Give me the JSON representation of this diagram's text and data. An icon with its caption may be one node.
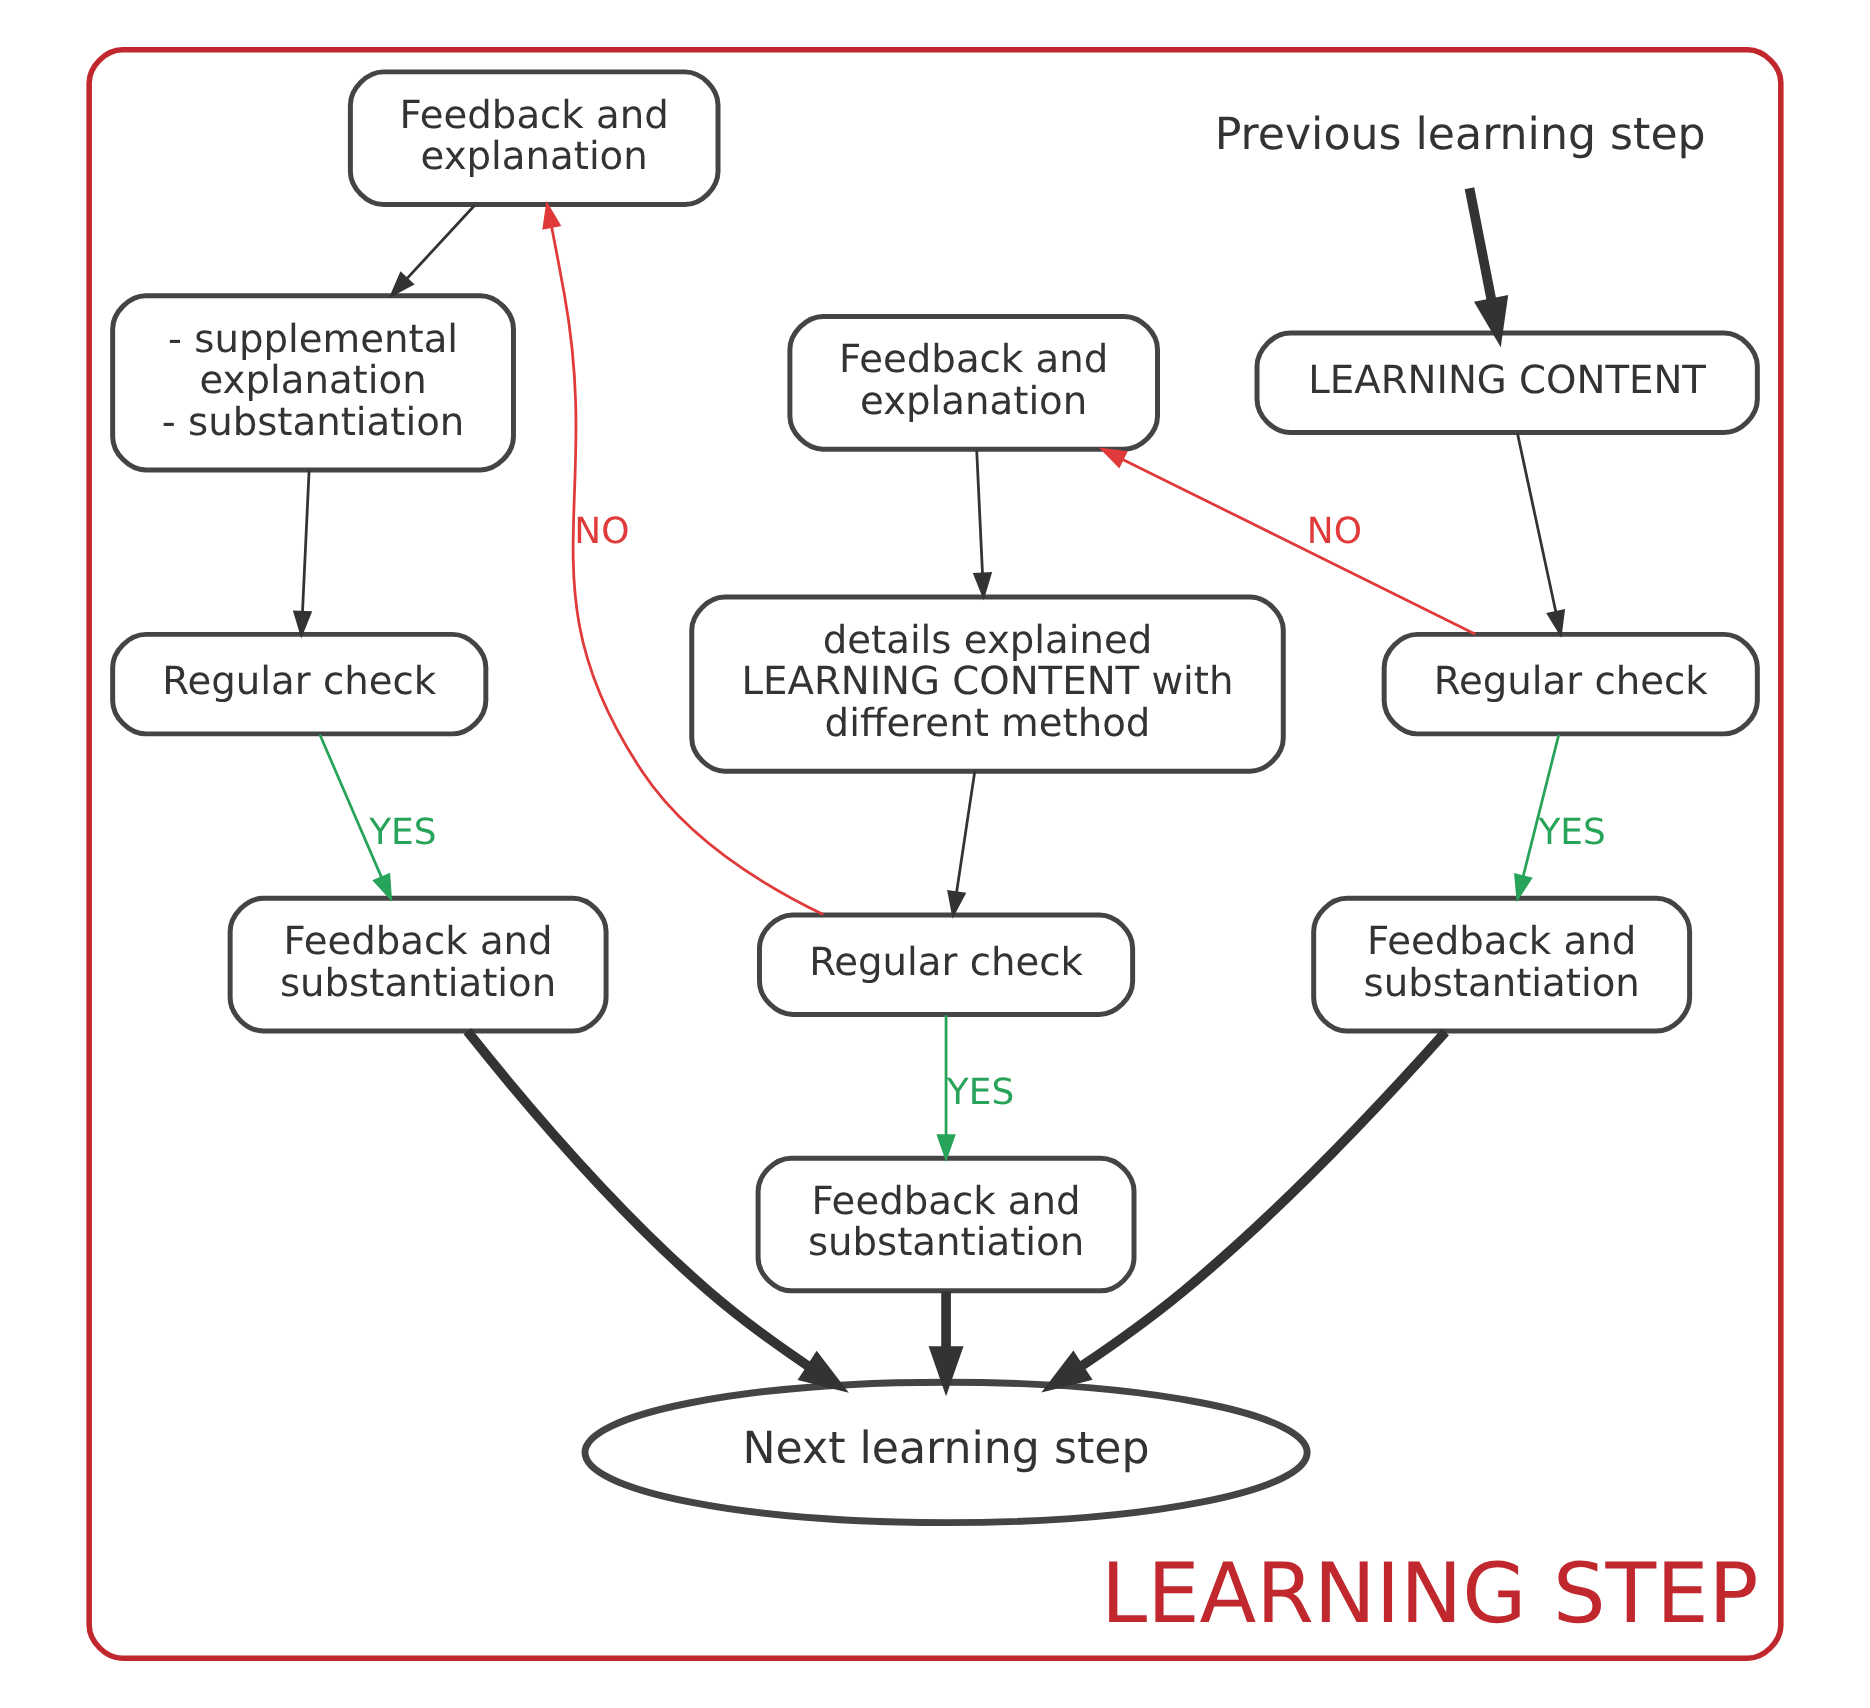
{
  "diagram": {
    "nodes": [
      {
        "text": [
          "LEARNING STEP"
        ]
      },
      {
        "text": [
          "Previous learning step"
        ],
        "in": 0
      },
      {
        "text": [
          "LEARNING CONTENT"
        ],
        "in": 0
      },
      {
        "text": [
          "Regular check"
        ],
        "in": 0
      },
      {
        "text": [
          "Feedback and substantiation"
        ],
        "in": 0
      },
      {
        "text": [
          "Feedback and explanation"
        ],
        "in": 0
      },
      {
        "text": [
          "details explained LEARNING CONTENT with different method"
        ],
        "in": 0
      },
      {
        "text": [
          "Regular check"
        ],
        "in": 0
      },
      {
        "text": [
          "Feedback and substantiation"
        ],
        "in": 0
      },
      {
        "text": [
          "Feedback and explanation"
        ],
        "in": 0
      },
      {
        "text": [
          "- supplemental explanation",
          "- substantiation"
        ],
        "in": 0
      },
      {
        "text": [
          "Regular check"
        ],
        "in": 0
      },
      {
        "text": [
          "Feedback and substantiation"
        ],
        "in": 0
      },
      {
        "text": [
          "Next learning step"
        ],
        "in": 0
      }
    ],
    "edges": [
      {
        "from": 1,
        "to": 2,
        "arrow": "to",
        "style": "thick"
      },
      {
        "from": 2,
        "to": 3,
        "arrow": "to"
      },
      {
        "from": 3,
        "to": 4,
        "arrow": "to",
        "label": "YES",
        "color": "#27a35a"
      },
      {
        "from": 3,
        "to": 5,
        "arrow": "to",
        "label": "NO",
        "color": "#e03a3a"
      },
      {
        "from": 5,
        "to": 6,
        "arrow": "to"
      },
      {
        "from": 6,
        "to": 7,
        "arrow": "to"
      },
      {
        "from": 7,
        "to": 8,
        "arrow": "to",
        "label": "YES",
        "color": "#27a35a"
      },
      {
        "from": 7,
        "to": 9,
        "arrow": "to",
        "label": "NO",
        "color": "#e03a3a"
      },
      {
        "from": 9,
        "to": 10,
        "arrow": "to"
      },
      {
        "from": 10,
        "to": 11,
        "arrow": "to"
      },
      {
        "from": 11,
        "to": 12,
        "arrow": "to",
        "label": "YES",
        "color": "#27a35a"
      },
      {
        "from": 4,
        "to": 13,
        "arrow": "to",
        "style": "thick"
      },
      {
        "from": 8,
        "to": 13,
        "arrow": "to",
        "style": "thick"
      },
      {
        "from": 12,
        "to": 13,
        "arrow": "to",
        "style": "thick"
      }
    ]
  }
}
